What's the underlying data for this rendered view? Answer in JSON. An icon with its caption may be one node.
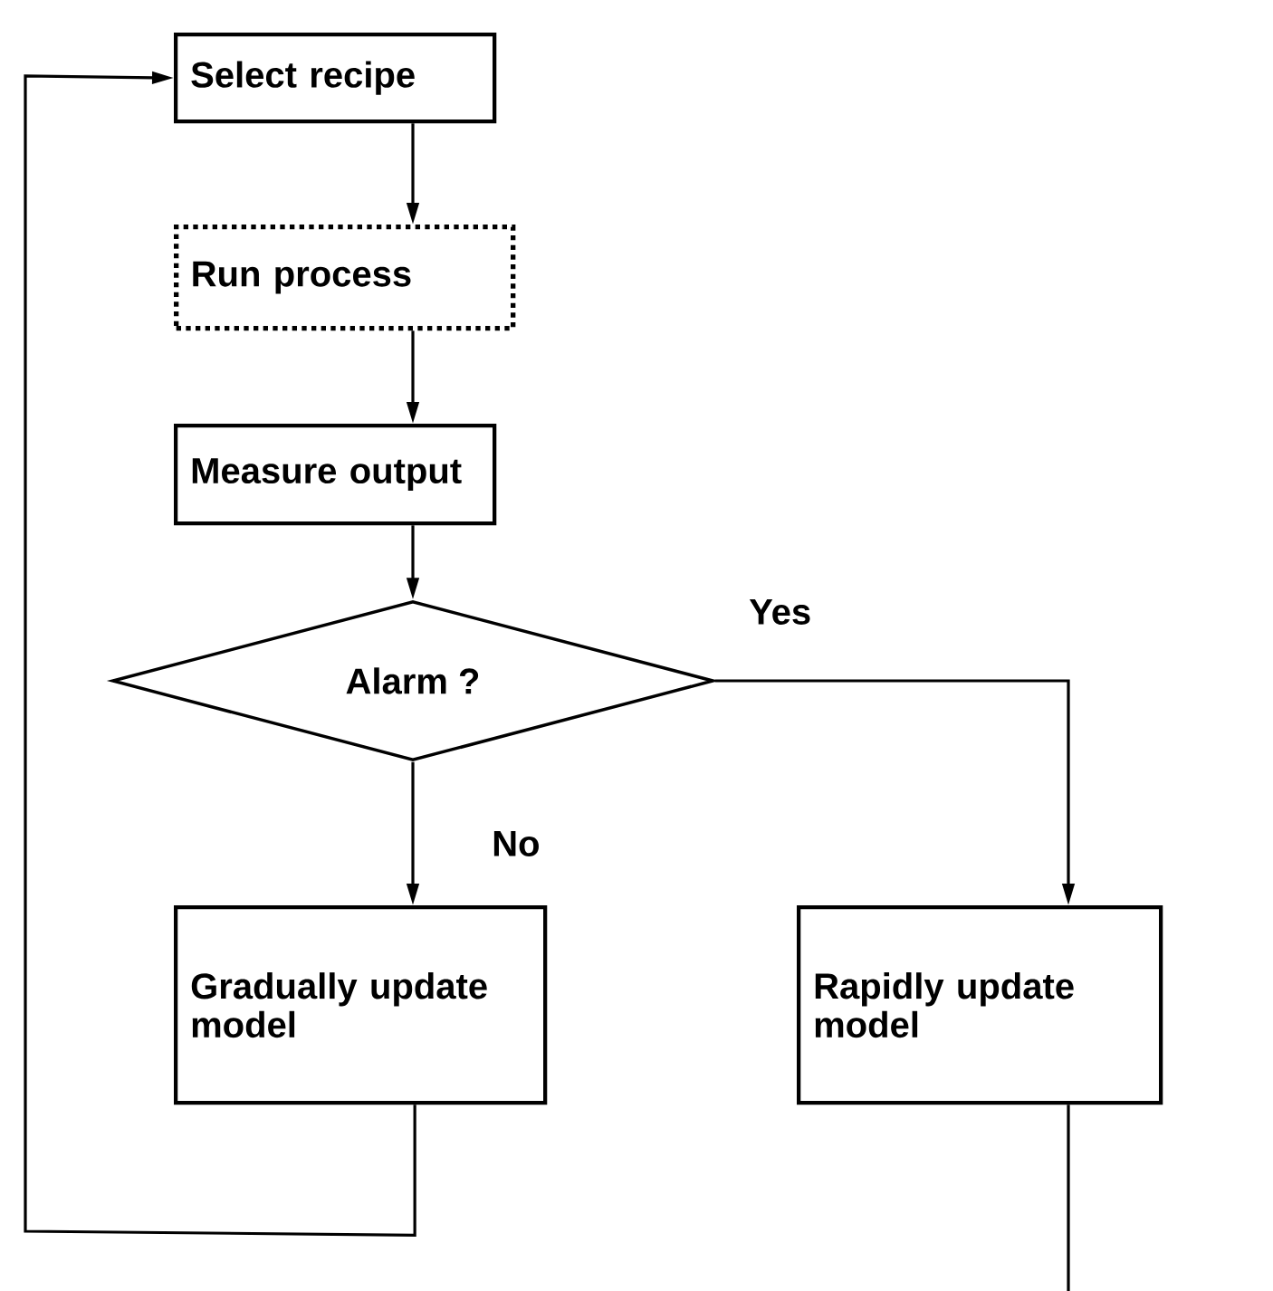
{
  "diagram": {
    "nodes": [
      {
        "text": [
          "Select recipe"
        ]
      },
      {
        "text": [
          "Run process"
        ]
      },
      {
        "text": [
          "Measure output"
        ]
      },
      {
        "text": [
          "Alarm ?"
        ]
      },
      {
        "text": [
          "Gradually update model"
        ]
      },
      {
        "text": [
          "Rapidly update model"
        ]
      }
    ],
    "edges": [
      {
        "from": 0,
        "to": 1,
        "arrow": "to"
      },
      {
        "from": 1,
        "to": 2,
        "arrow": "to"
      },
      {
        "from": 2,
        "to": 3,
        "arrow": "to"
      },
      {
        "from": 3,
        "to": 4,
        "arrow": "to",
        "label": "No"
      },
      {
        "from": 3,
        "to": 5,
        "arrow": "to",
        "label": "Yes"
      },
      {
        "from": 4,
        "to": 0,
        "arrow": "to"
      },
      {
        "from": 5,
        "to": null,
        "arrow": "none"
      }
    ]
  }
}
